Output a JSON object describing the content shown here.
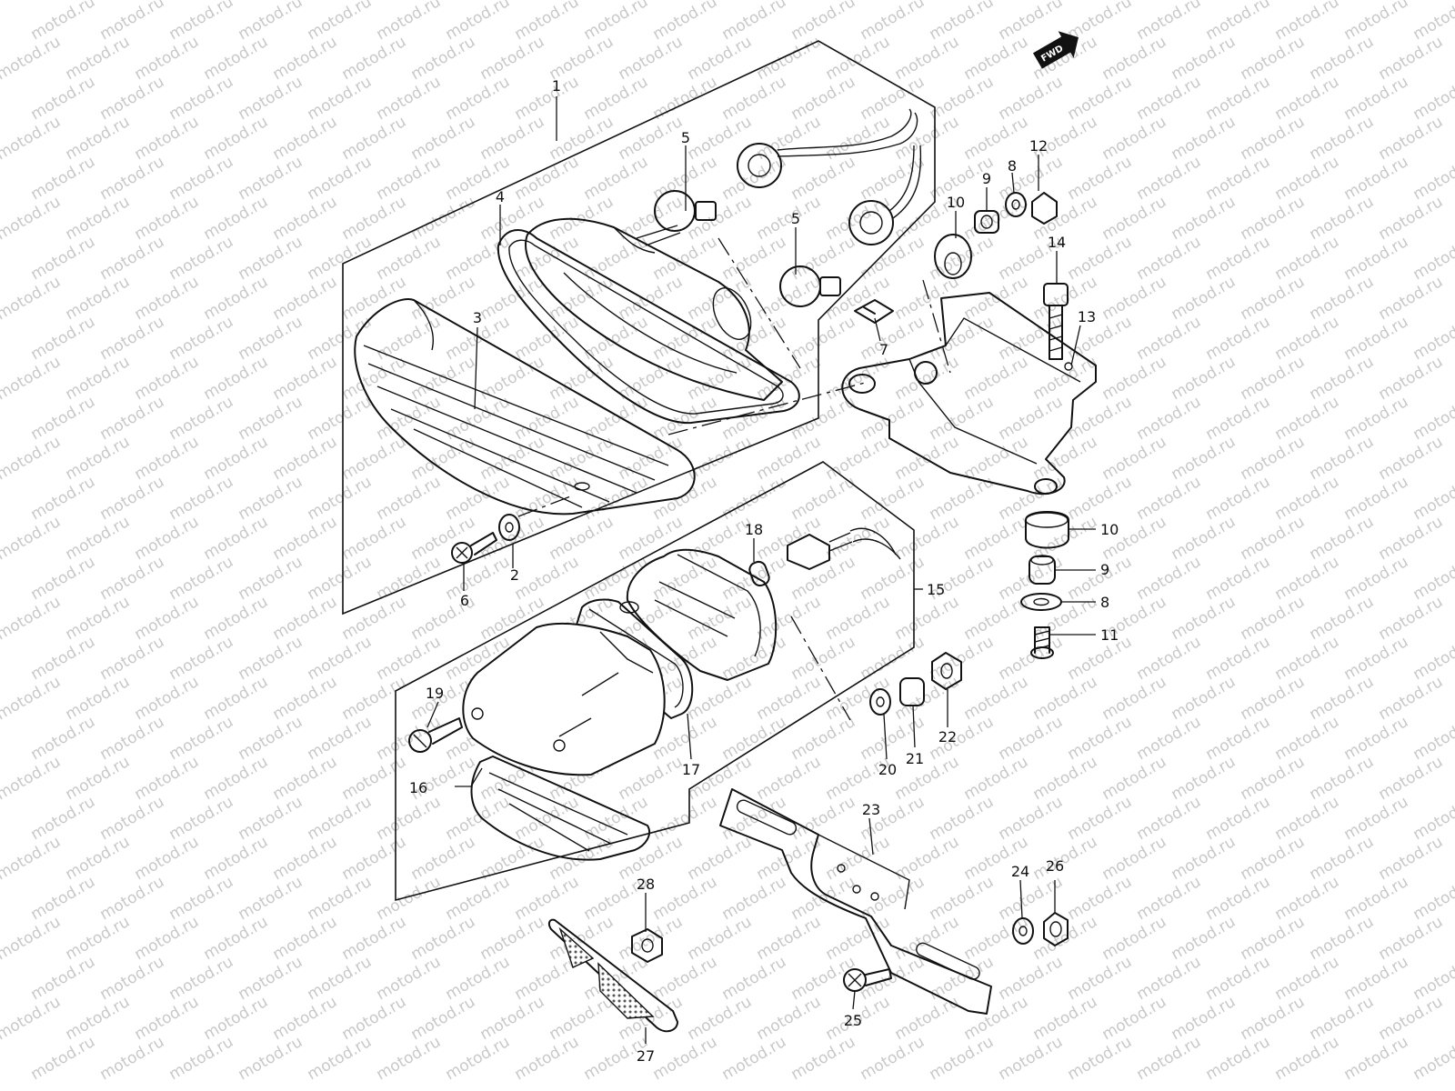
{
  "watermark": "motod.ru",
  "fwd_label": "FWD",
  "callouts": [
    "1",
    "2",
    "3",
    "4",
    "5",
    "5",
    "6",
    "7",
    "8",
    "8",
    "9",
    "9",
    "10",
    "10",
    "11",
    "12",
    "13",
    "14",
    "15",
    "16",
    "17",
    "18",
    "19",
    "20",
    "21",
    "22",
    "23",
    "24",
    "25",
    "26",
    "27",
    "28"
  ]
}
